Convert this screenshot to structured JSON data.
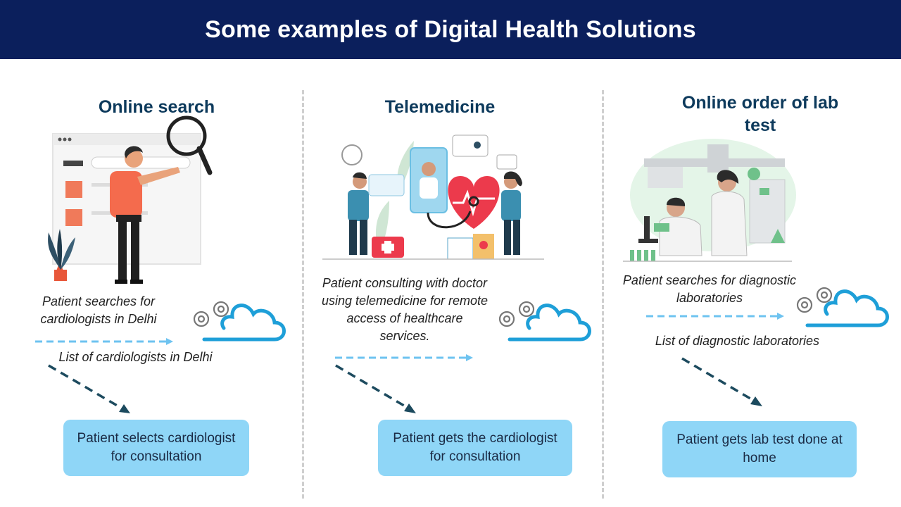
{
  "page": {
    "title": "Some examples of Digital Health Solutions"
  },
  "columns": [
    {
      "title": "Online search",
      "request_text": "Patient searches for cardiologists in Delhi",
      "response_text": "List of cardiologists in Delhi",
      "outcome": "Patient selects cardiologist for consultation"
    },
    {
      "title": "Telemedicine",
      "description": "Patient consulting with doctor using telemedicine for remote access of healthcare services.",
      "outcome": "Patient gets the cardiologist for consultation"
    },
    {
      "title": "Online order of lab test",
      "request_text": "Patient searches for diagnostic laboratories",
      "response_text": "List of diagnostic laboratories",
      "outcome": "Patient gets lab test done at home"
    }
  ],
  "colors": {
    "header_bg": "#0b1f5c",
    "title_text": "#0d3a5c",
    "box_bg": "#8fd6f7",
    "cloud": "#1e9fd8",
    "dashed_light": "#6ec3f0",
    "dashed_dark": "#1c4a5e"
  },
  "icons": [
    "search-illustration",
    "magnifier-icon",
    "telemedicine-illustration",
    "heart-icon",
    "lab-illustration",
    "cloud-icon",
    "gear-icon"
  ]
}
